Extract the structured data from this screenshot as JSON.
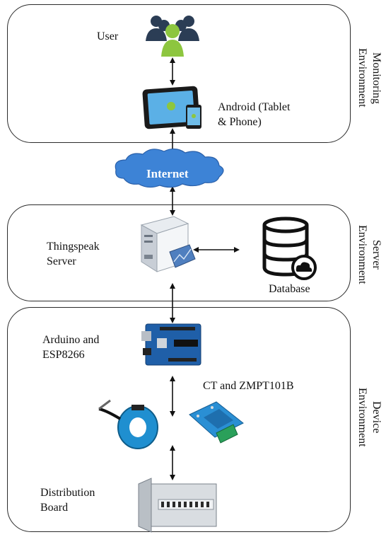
{
  "environments": {
    "monitoring": {
      "line1": "Monitoring",
      "line2": "Environment"
    },
    "server": {
      "line1": "Server",
      "line2": "Environment"
    },
    "device": {
      "line1": "Device",
      "line2": "Environment"
    }
  },
  "labels": {
    "user": "User",
    "android_line1": "Android (Tablet",
    "android_line2": "& Phone)",
    "internet": "Internet",
    "server_line1": "Thingspeak",
    "server_line2": "Server",
    "database": "Database",
    "arduino_line1": "Arduino and",
    "arduino_line2": "ESP8266",
    "sensors": "CT and ZMPT101B",
    "board_line1": "Distribution",
    "board_line2": "Board"
  },
  "colors": {
    "panel_border": "#2b2b2b",
    "cloud_fill": "#3d83d6",
    "user_navy": "#2b3d55",
    "user_green": "#8dc63f",
    "arduino_blue": "#1f5fa8",
    "relay_blue": "#2a8fd4",
    "ct_blue": "#1f8fd0"
  },
  "icons": [
    "users-icon",
    "tablet-phone-icon",
    "cloud-icon",
    "server-tower-icon",
    "database-cloud-icon",
    "arduino-board-icon",
    "ct-sensor-icon",
    "voltage-sensor-icon",
    "distribution-board-icon"
  ]
}
